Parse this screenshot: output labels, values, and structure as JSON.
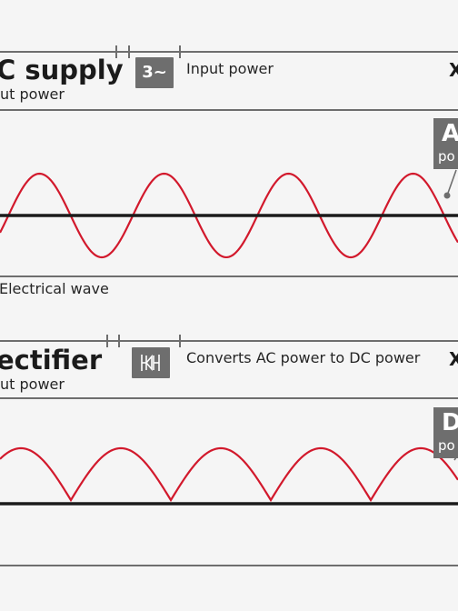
{
  "panels": {
    "ac": {
      "title": "C supply",
      "subtitle": "ut power",
      "icon_text": "3~",
      "icon_name": "three-phase-ac-icon",
      "description": "Input power",
      "close_glyph": "X",
      "tag_letter": "A",
      "tag_word": "po",
      "caption": "Electrical wave",
      "wave_type": "sine"
    },
    "rectifier": {
      "title": "ectifier",
      "subtitle": "ut power",
      "icon_name": "rectifier-icon",
      "description": "Converts AC power to DC power",
      "close_glyph": "X",
      "tag_letter": "D",
      "tag_word": "po",
      "wave_type": "full-wave-rectified"
    }
  },
  "colors": {
    "wave": "#d2192c",
    "axis": "#1b1b1b",
    "rule": "#6e6e6e",
    "icon_bg": "#6e6e6e",
    "background": "#f5f5f5"
  }
}
